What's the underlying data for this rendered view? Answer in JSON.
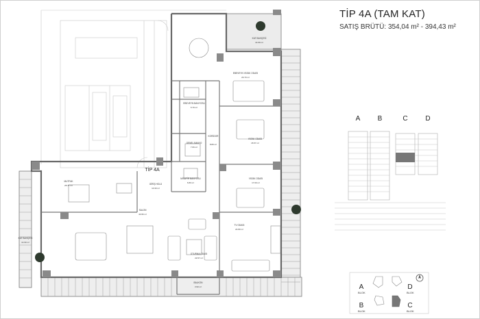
{
  "header": {
    "title": "TİP 4A (TAM KAT)",
    "subtitle_prefix": "SATIŞ BRÜTÜ:",
    "subtitle_value": "354,04 m² - 394,43 m²"
  },
  "plan": {
    "unit_label": "TİP 4A",
    "rooms": {
      "kat_bahcesi_top_name": "KAT BAHÇESİ",
      "kat_bahcesi_top_area": "14.90 m²",
      "ebeveyn_yatak_name": "EBEVEYN YATAK ODASI",
      "ebeveyn_yatak_area": "26.70 m²",
      "ebeveyn_banyo_name": "EBEVEYN BANYOSU",
      "ebeveyn_banyo_area": "6.76 m²",
      "genel_banyo_name": "GENEL BANYO",
      "genel_banyo_area": "7.66 m²",
      "koridor_name": "KORİDOR",
      "koridor_area": "8.80 m²",
      "yatak1_name": "YATAK ODASI",
      "yatak1_area": "15.57 m²",
      "misafir_banyo_name": "MİSAFİR BANYOSU",
      "misafir_banyo_area": "6.80 m²",
      "giris_holu_name": "GİRİŞ HOLÜ",
      "giris_holu_area": "10.30 m²",
      "yatak2_name": "YATAK ODASI",
      "yatak2_area": "17.60 m²",
      "mutfak_name": "MUTFAK",
      "mutfak_area": "25.77 m²",
      "salon_name": "SALON",
      "salon_area": "40.96 m²",
      "tv_odasi_name": "TV ODASI",
      "tv_odasi_area": "24.80 m²",
      "oturma_name": "OTURMA ODASI",
      "oturma_area": "23.57 m²",
      "kat_bahcesi_left_name": "KAT BAHÇESİ",
      "kat_bahcesi_left_area": "14.90 m²",
      "balkon_name": "BALKON",
      "balkon_area": "3.90 m²"
    }
  },
  "block_columns": [
    "A",
    "B",
    "C",
    "D"
  ],
  "site_key": {
    "blocks": [
      {
        "letter": "A",
        "word": "BLOK"
      },
      {
        "letter": "B",
        "word": "BLOK"
      },
      {
        "letter": "D",
        "word": "BLOK"
      },
      {
        "letter": "C",
        "word": "BLOK"
      }
    ]
  },
  "colors": {
    "wall": "#8a8a8a",
    "line": "#555555",
    "terrace": "#e9e9e9",
    "highlight": "#777777"
  }
}
